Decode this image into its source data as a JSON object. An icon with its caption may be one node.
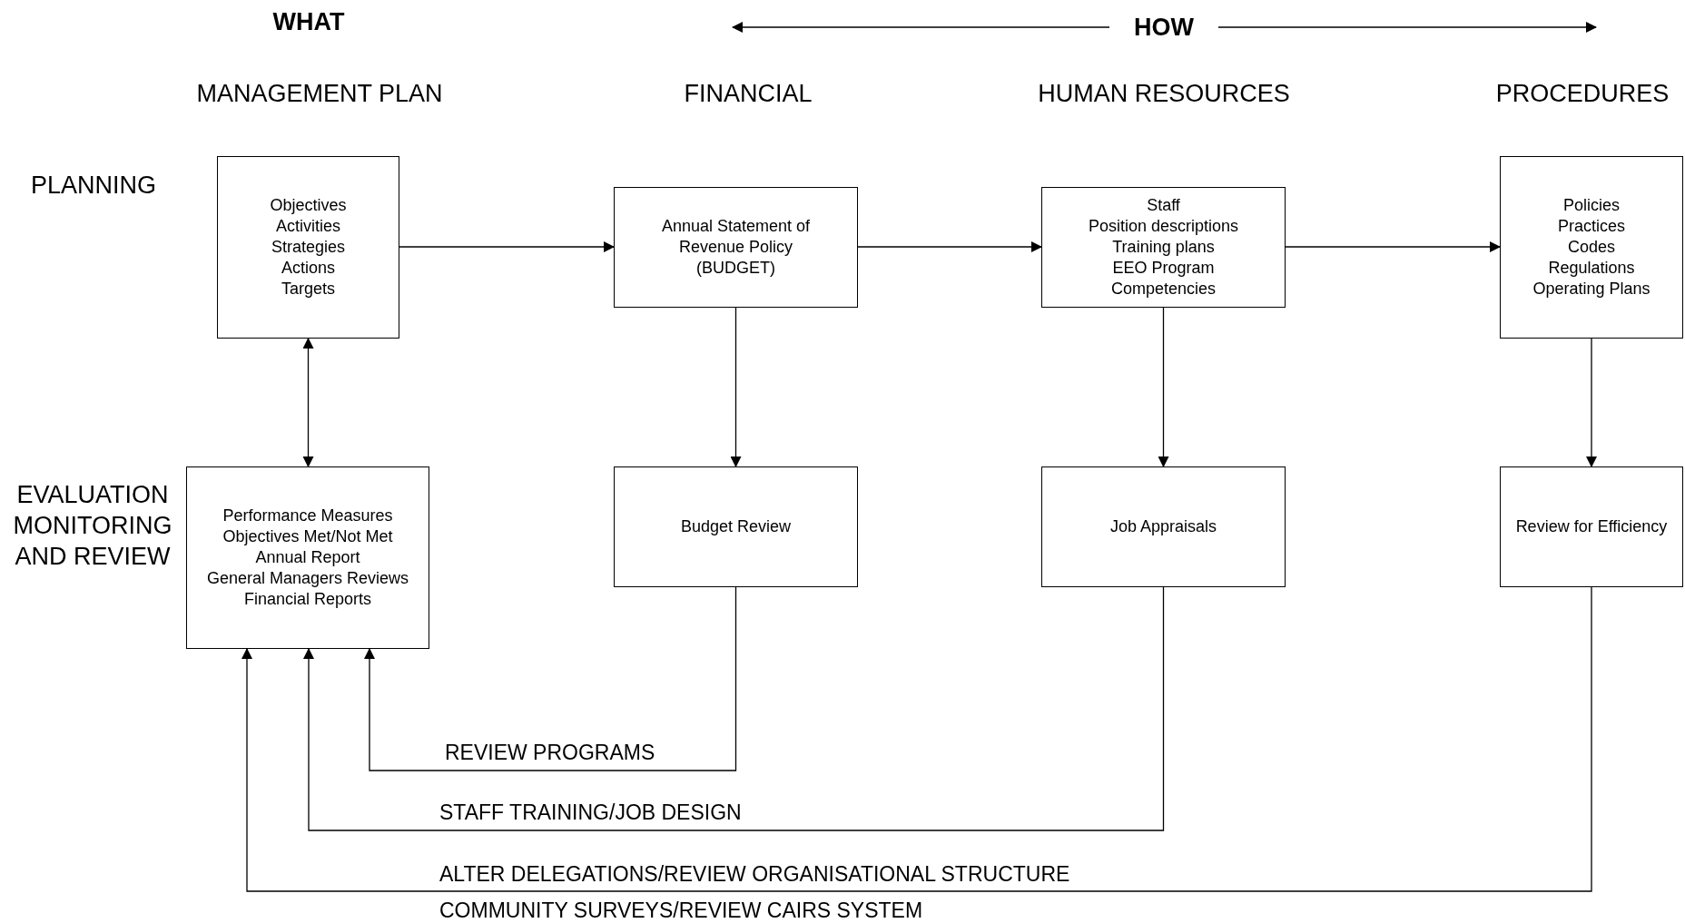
{
  "diagram": {
    "nodes": [
      {
        "text": [
          "Objectives",
          "Activities",
          "Strategies",
          "Actions",
          "Targets"
        ]
      },
      {
        "text": [
          "Annual Statement of Revenue Policy (BUDGET)"
        ]
      },
      {
        "text": [
          "Staff",
          "Position descriptions",
          "Training plans",
          "EEO Program",
          "Competencies"
        ]
      },
      {
        "text": [
          "Policies",
          "Practices",
          "Codes",
          "Regulations",
          "Operating Plans"
        ]
      },
      {
        "text": [
          "Performance Measures",
          "Objectives Met/Not Met",
          "Annual Report",
          "General Managers Reviews",
          "Financial Reports"
        ]
      },
      {
        "text": [
          "Budget Review"
        ]
      },
      {
        "text": [
          "Job Appraisals"
        ]
      },
      {
        "text": [
          "Review for Efficiency"
        ]
      }
    ],
    "edges": [
      {
        "from": 0,
        "to": 1,
        "arrow": "to"
      },
      {
        "from": 1,
        "to": 2,
        "arrow": "to"
      },
      {
        "from": 2,
        "to": 3,
        "arrow": "to"
      },
      {
        "from": 0,
        "to": 4,
        "arrow": "both"
      },
      {
        "from": 1,
        "to": 5,
        "arrow": "to"
      },
      {
        "from": 2,
        "to": 6,
        "arrow": "to"
      },
      {
        "from": 3,
        "to": 7,
        "arrow": "to"
      },
      {
        "from": 5,
        "to": 4,
        "arrow": "to",
        "label": "REVIEW PROGRAMS"
      },
      {
        "from": 6,
        "to": 4,
        "arrow": "to",
        "label": "STAFF TRAINING/JOB DESIGN"
      },
      {
        "from": 7,
        "to": 4,
        "arrow": "to",
        "label": "ALTER DELEGATIONS/REVIEW ORGANISATIONAL STRUCTURE"
      }
    ],
    "labels": [
      "WHAT",
      "HOW",
      "MANAGEMENT PLAN",
      "FINANCIAL",
      "HUMAN RESOURCES",
      "PROCEDURES",
      "PLANNING",
      "EVALUATION MONITORING AND REVIEW",
      "COMMUNITY SURVEYS/REVIEW CAIRS SYSTEM"
    ]
  }
}
